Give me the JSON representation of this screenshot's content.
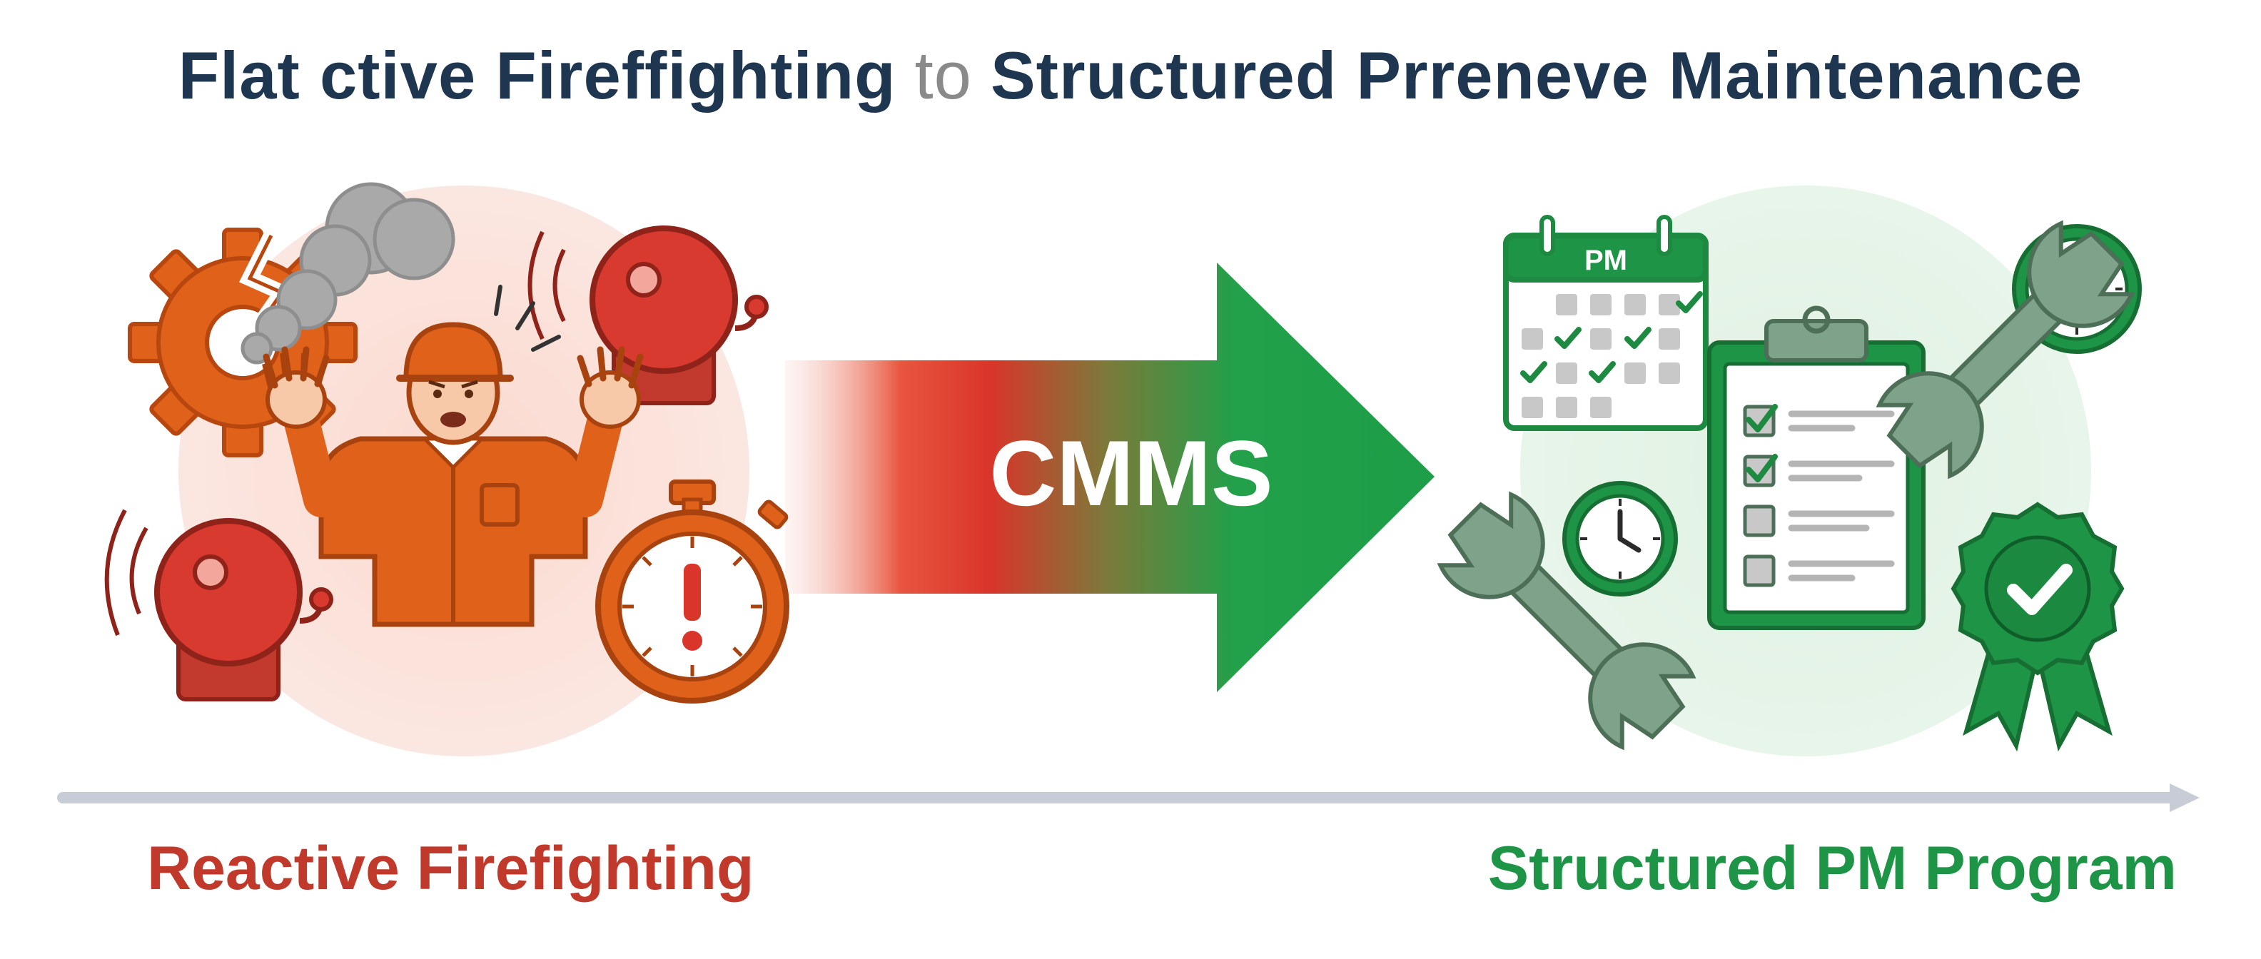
{
  "title": {
    "part1": "Flat ctive Fireffighting",
    "connector": "to",
    "part2": "Structured Prreneve Maintenance"
  },
  "arrow": {
    "label": "CMMS"
  },
  "calendar": {
    "label": "PM"
  },
  "labels": {
    "left": "Reactive Firefighting",
    "right": "Structured PM Program"
  },
  "colors": {
    "title": "#1f3650",
    "reactive": "#c0392b",
    "orange": "#e0621a",
    "alarm": "#d93a2f",
    "structured": "#1e9446",
    "structured_light": "#e3f3e6",
    "reactive_light": "#fbe3dc",
    "timeline": "#c7ccd6"
  },
  "icons": {
    "reactive_side": [
      "broken-gear-icon",
      "smoke-icon",
      "alarm-bell-icon",
      "alarm-bell-icon",
      "panicked-worker-icon",
      "stopwatch-alert-icon"
    ],
    "structured_side": [
      "pm-calendar-icon",
      "checklist-clipboard-icon",
      "wrench-icon",
      "wrench-icon",
      "clock-icon",
      "clock-icon",
      "approval-badge-icon"
    ]
  }
}
